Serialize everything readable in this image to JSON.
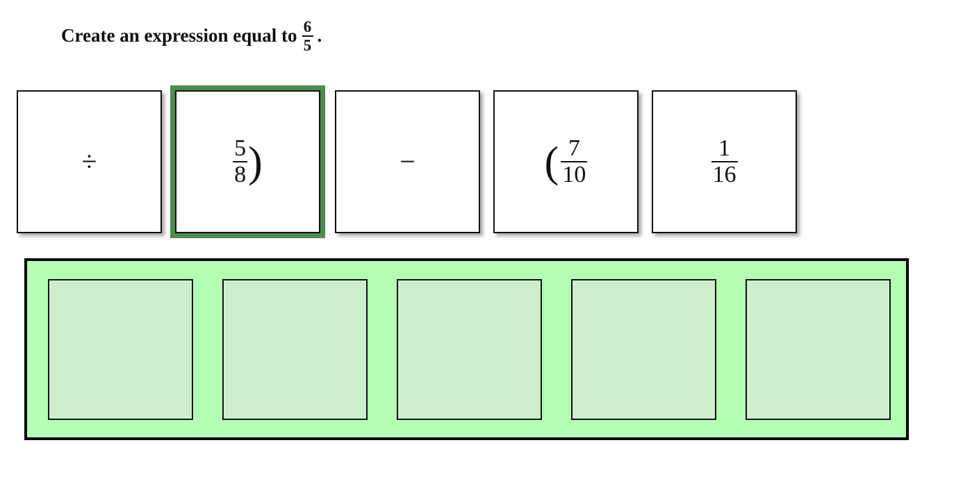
{
  "prompt": {
    "lead": "Create an expression equal to",
    "fraction": {
      "numerator": "6",
      "denominator": "5"
    },
    "trailing": "."
  },
  "colors": {
    "selected_border": "#4f8b4f",
    "dropzone_background": "#b4ffb4",
    "slot_background": "#cdefcd",
    "tile_background": "#ffffff",
    "outline": "#111111"
  },
  "tray": {
    "tiles": [
      {
        "id": "tile-divide",
        "kind": "operator",
        "symbol": "÷",
        "label": "divide",
        "selected": false
      },
      {
        "id": "tile-five-eighths-close-paren",
        "kind": "fraction-paren",
        "numerator": "5",
        "denominator": "8",
        "paren": ")",
        "paren_side": "after",
        "label": "5/8 )",
        "selected": true
      },
      {
        "id": "tile-minus",
        "kind": "operator",
        "symbol": "−",
        "label": "minus",
        "selected": false
      },
      {
        "id": "tile-open-paren-seven-tenths",
        "kind": "fraction-paren",
        "numerator": "7",
        "denominator": "10",
        "paren": "(",
        "paren_side": "before",
        "label": "( 7/10",
        "selected": false
      },
      {
        "id": "tile-one-sixteenth",
        "kind": "fraction",
        "numerator": "1",
        "denominator": "16",
        "label": "1/16",
        "selected": false
      }
    ]
  },
  "answer_area": {
    "slots": [
      {
        "id": "slot-1",
        "value": ""
      },
      {
        "id": "slot-2",
        "value": ""
      },
      {
        "id": "slot-3",
        "value": ""
      },
      {
        "id": "slot-4",
        "value": ""
      },
      {
        "id": "slot-5",
        "value": ""
      }
    ]
  }
}
